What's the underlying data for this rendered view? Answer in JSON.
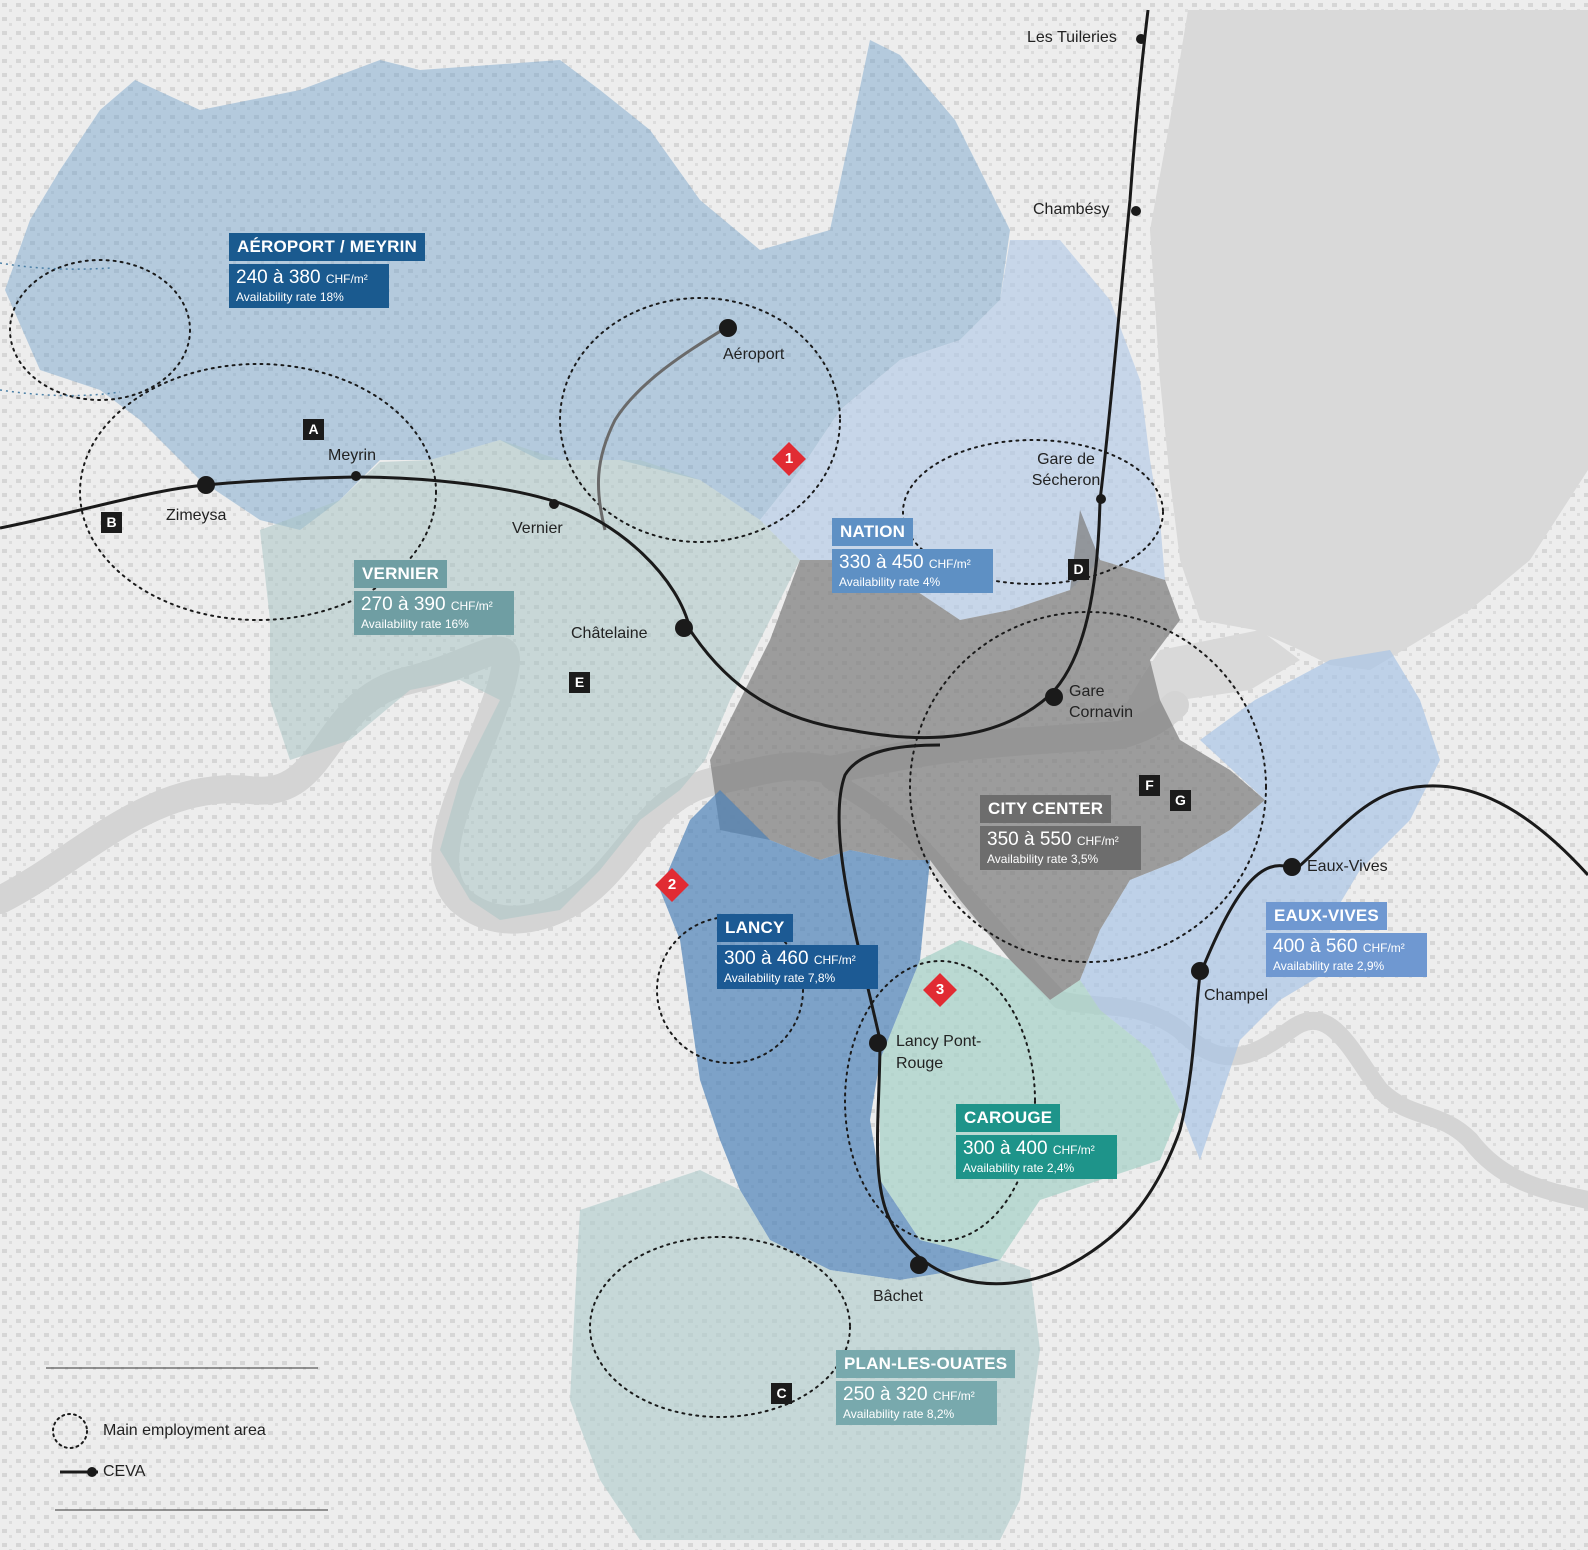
{
  "zones": [
    {
      "id": "aeroport-meyrin",
      "name": "AÉROPORT / MEYRIN",
      "price": "240 à 380",
      "unit": "CHF/m²",
      "availability": "Availability rate 18%",
      "color": "#1a5a8f"
    },
    {
      "id": "vernier",
      "name": "VERNIER",
      "price": "270 à 390",
      "unit": "CHF/m²",
      "availability": "Availability rate 16%",
      "color": "#6f9ea3"
    },
    {
      "id": "nation",
      "name": "NATION",
      "price": "330 à 450",
      "unit": "CHF/m²",
      "availability": "Availability rate 4%",
      "color": "#5e90c4"
    },
    {
      "id": "city-center",
      "name": "CITY CENTER",
      "price": "350 à 550",
      "unit": "CHF/m²",
      "availability": "Availability rate 3,5%",
      "color": "#6d6d6d"
    },
    {
      "id": "lancy",
      "name": "LANCY",
      "price": "300 à 460",
      "unit": "CHF/m²",
      "availability": "Availability rate 7,8%",
      "color": "#1c5a94"
    },
    {
      "id": "eaux-vives",
      "name": "EAUX-VIVES",
      "price": "400 à 560",
      "unit": "CHF/m²",
      "availability": "Availability rate 2,9%",
      "color": "#6f98d1"
    },
    {
      "id": "carouge",
      "name": "CAROUGE",
      "price": "300 à 400",
      "unit": "CHF/m²",
      "availability": "Availability rate 2,4%",
      "color": "#1e948a"
    },
    {
      "id": "plan-les-ouates",
      "name": "PLAN-LES-OUATES",
      "price": "250 à 320",
      "unit": "CHF/m²",
      "availability": "Availability rate 8,2%",
      "color": "#78a9ad"
    }
  ],
  "stations": [
    "Les Tuileries",
    "Chambésy",
    "Aéroport",
    "Meyrin",
    "Zimeysa",
    "Vernier",
    "Gare de Sécheron",
    "Châtelaine",
    "Gare Cornavin",
    "Eaux-Vives",
    "Champel",
    "Lancy Pont-Rouge",
    "Bâchet"
  ],
  "letter_markers": [
    "A",
    "B",
    "C",
    "D",
    "E",
    "F",
    "G"
  ],
  "number_markers": [
    "1",
    "2",
    "3"
  ],
  "legend": {
    "employment_area": "Main employment area",
    "ceva": "CEVA"
  },
  "colors": {
    "water": "#d9d9d9",
    "rail": "#1a1a1a",
    "marker_red": "#e12b33",
    "marker_black": "#1b1b1b"
  }
}
